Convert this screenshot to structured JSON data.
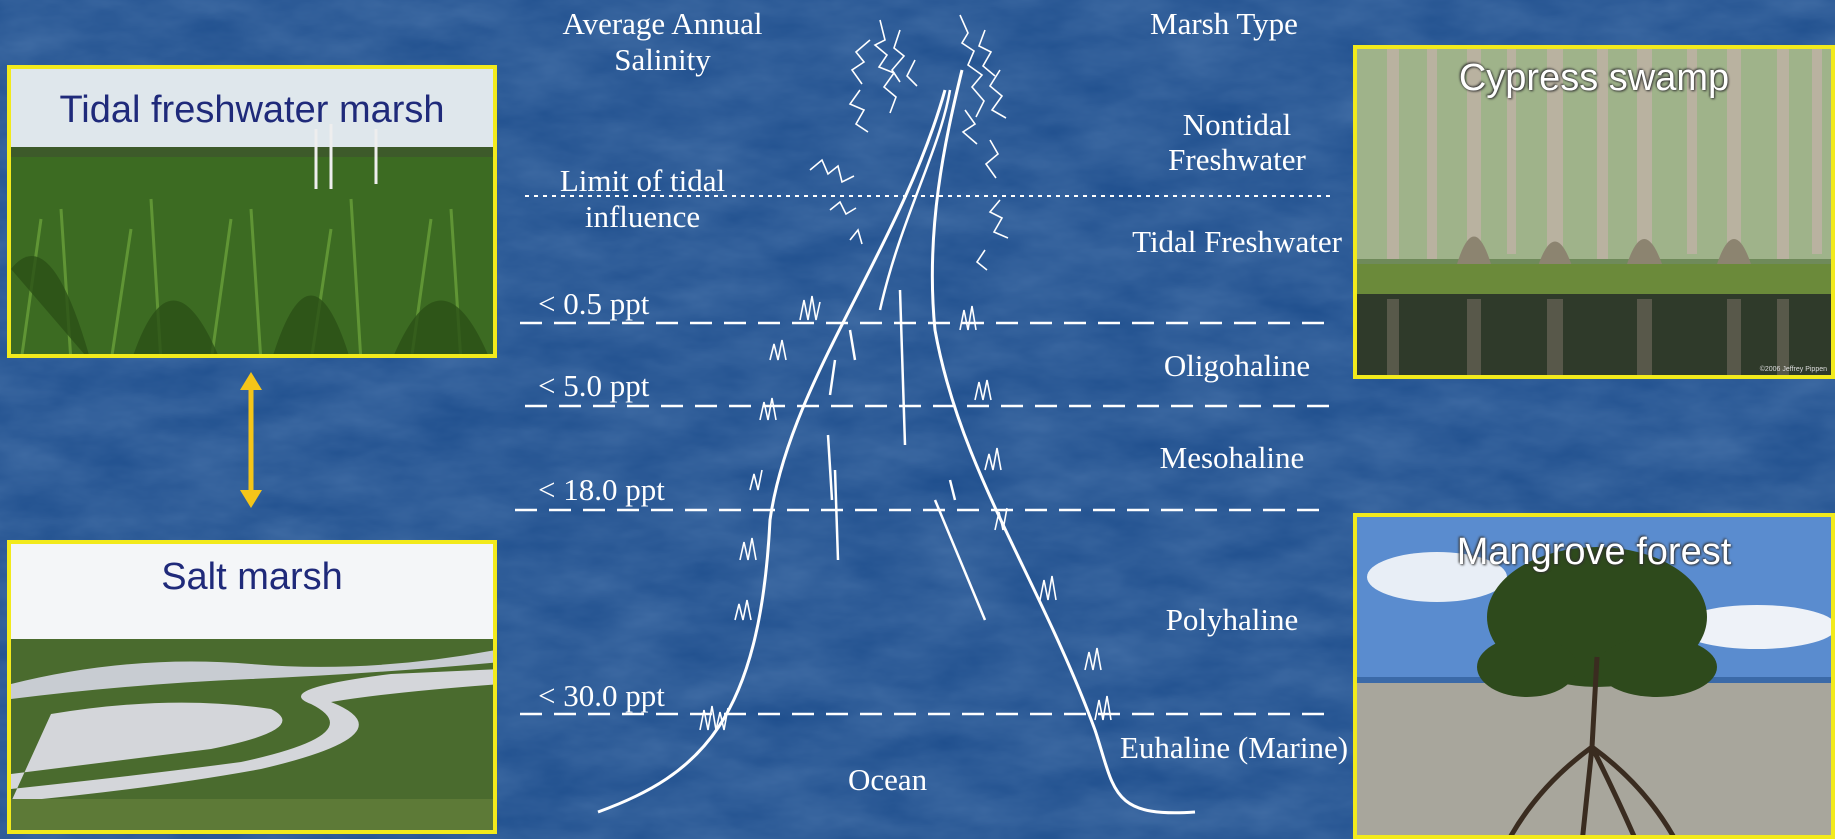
{
  "photos": {
    "tidal_freshwater": {
      "title": "Tidal freshwater marsh"
    },
    "salt_marsh": {
      "title": "Salt marsh"
    },
    "cypress": {
      "title": "Cypress swamp",
      "credit": "©2006 Jeffrey Pippen"
    },
    "mangrove": {
      "title": "Mangrove forest"
    }
  },
  "diagram": {
    "salinity_header": "Average Annual Salinity",
    "marsh_type_header": "Marsh Type",
    "limit_label": "Limit of tidal influence",
    "salinity_levels": [
      "< 0.5 ppt",
      "< 5.0 ppt",
      "< 18.0 ppt",
      "< 30.0 ppt"
    ],
    "marsh_types": [
      "Nontidal Freshwater",
      "Tidal Freshwater",
      "Oligohaline",
      "Mesohaline",
      "Polyhaline",
      "Euhaline (Marine)"
    ],
    "ocean_label": "Ocean"
  },
  "colors": {
    "background": "#1d4d8c",
    "frame": "#f2ea1c",
    "arrow": "#f5c518"
  }
}
